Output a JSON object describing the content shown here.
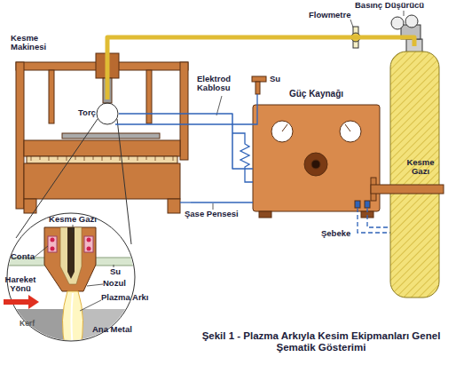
{
  "diagram": {
    "caption": "Şekil 1 - Plazma Arkıyla Kesim Ekipmanları Genel Şematik Gösterimi",
    "nodes": [
      {
        "text": [
          "Kesme Makinesi"
        ]
      },
      {
        "text": [
          "Torç"
        ],
        "in": 0
      },
      {
        "text": [
          "Güç Kaynağı"
        ]
      },
      {
        "text": [
          "Kesme Gazı"
        ]
      }
    ],
    "edges": [
      {
        "from": 3,
        "to": 1,
        "arrow": "none"
      },
      {
        "from": 2,
        "to": 1,
        "arrow": "none"
      },
      {
        "from": 2,
        "to": 0,
        "arrow": "none"
      }
    ],
    "labels": [
      "Flowmetre",
      "Basınç Düşürücü",
      "Elektrod Kablosu",
      "Su",
      "Şase Pensesi",
      "Şebeke",
      "Kesme Gazı",
      "Conta",
      "Hareket Yönü",
      "Su",
      "Nozul",
      "Plazma Arkı",
      "Kerf",
      "Ana Metal"
    ]
  }
}
